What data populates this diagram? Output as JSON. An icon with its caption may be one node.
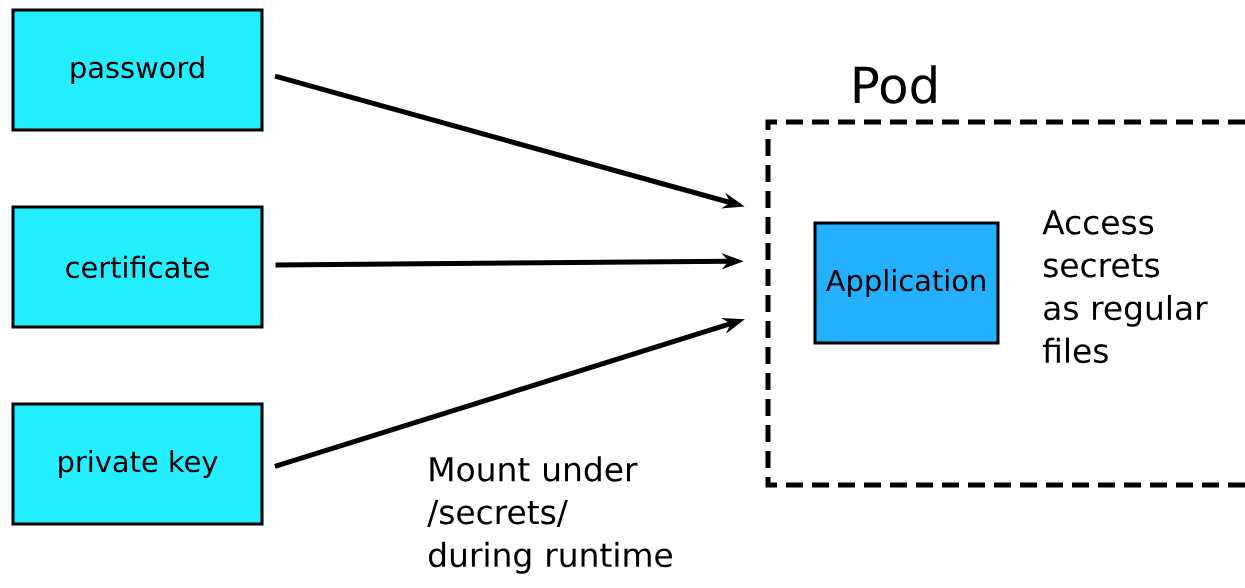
{
  "diagram": {
    "nodes": [
      {
        "text": [
          "password"
        ]
      },
      {
        "text": [
          "certificate"
        ]
      },
      {
        "text": [
          "private key"
        ]
      },
      {
        "text": [
          "Pod"
        ]
      },
      {
        "text": [
          "Application"
        ],
        "in": 3,
        "beside": [
          "Access secrets as regular files"
        ]
      }
    ],
    "edges": [
      {
        "from": 0,
        "to": 3,
        "arrow": "to"
      },
      {
        "from": 1,
        "to": 3,
        "arrow": "to"
      },
      {
        "from": 2,
        "to": 3,
        "arrow": "to"
      }
    ],
    "labels": [
      "Mount under /secrets/ during runtime"
    ]
  }
}
